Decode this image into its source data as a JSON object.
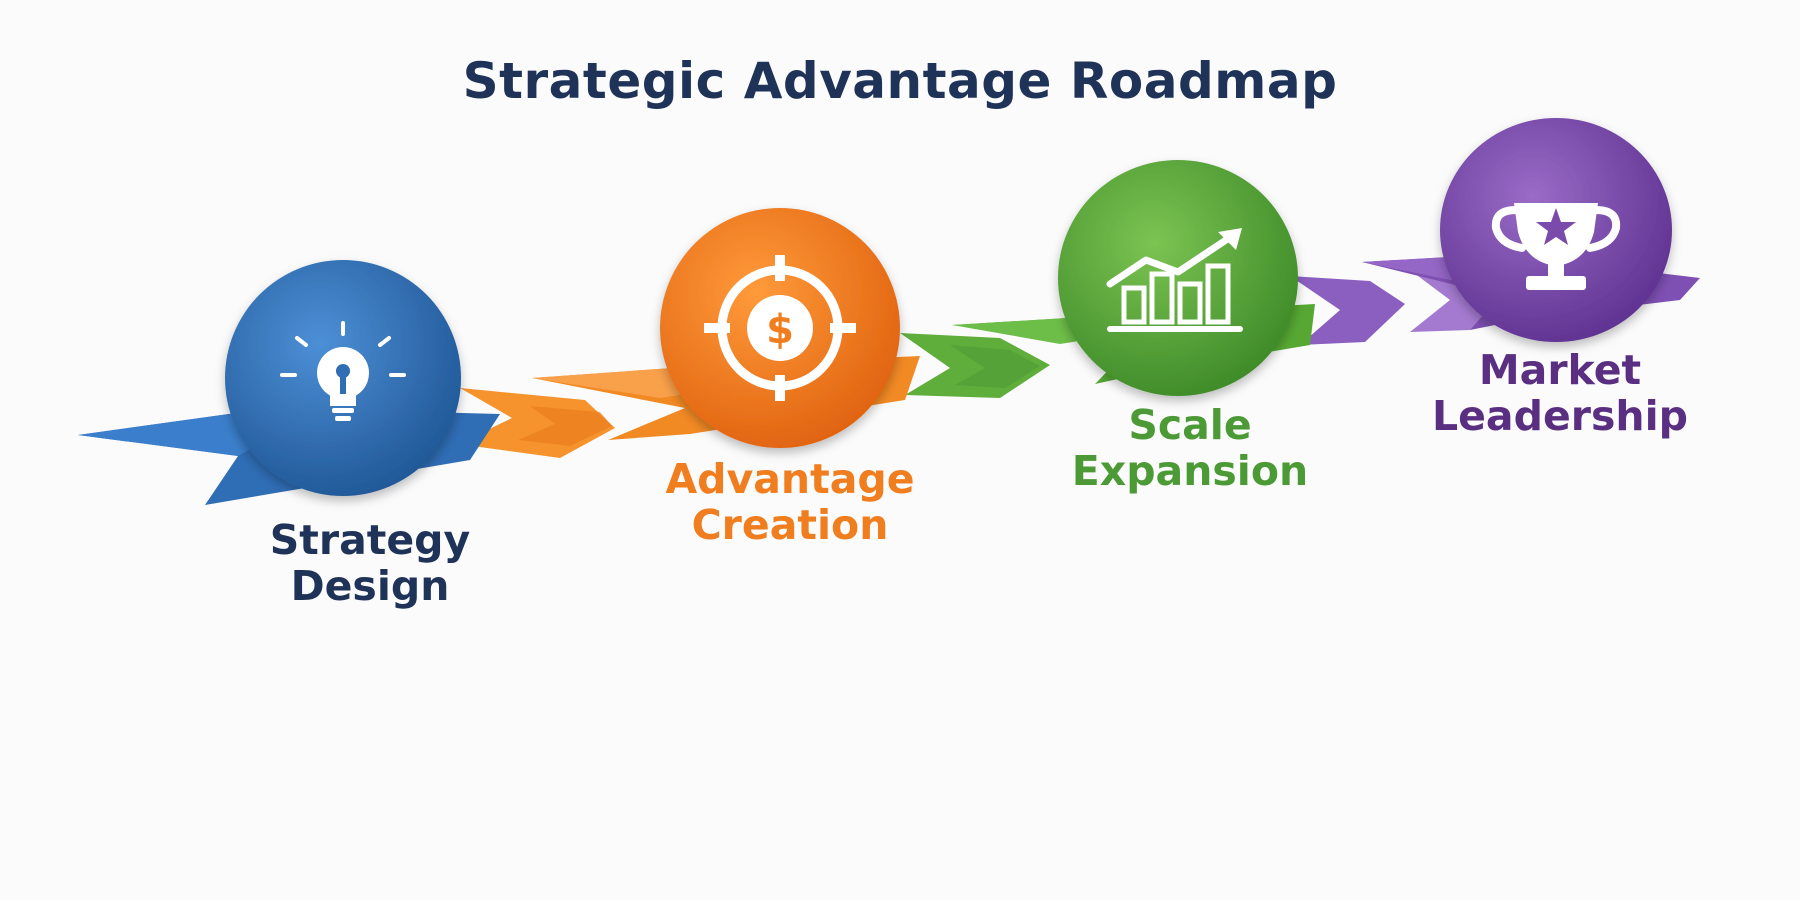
{
  "title": "Strategic Advantage Roadmap",
  "steps": [
    {
      "line1": "Strategy",
      "line2": "Design",
      "icon": "lightbulb-icon",
      "color": "#2f6db5"
    },
    {
      "line1": "Advantage",
      "line2": "Creation",
      "icon": "dollar-target-icon",
      "color": "#f07d1e"
    },
    {
      "line1": "Scale",
      "line2": "Expansion",
      "icon": "growth-chart-icon",
      "color": "#4c9a35"
    },
    {
      "line1": "Market",
      "line2": "Leadership",
      "icon": "trophy-icon",
      "color": "#7b4bab"
    }
  ]
}
